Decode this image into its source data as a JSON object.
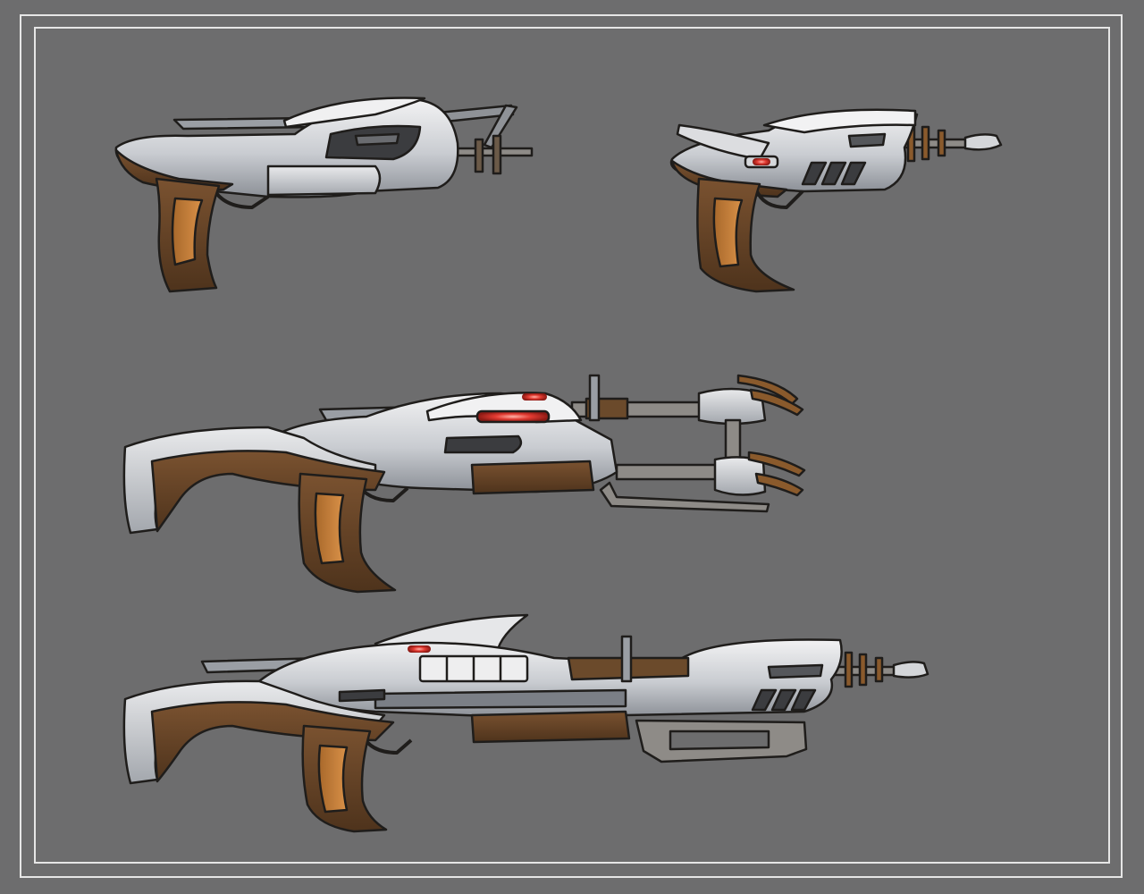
{
  "sheet": {
    "background_color": "#6d6d6e",
    "frame_color": "#e6e6e6"
  },
  "palette": {
    "metal_light": "#e4e4e6",
    "metal_mid": "#b9bcc1",
    "metal_shadow": "#7b7f86",
    "outline": "#1f1d1b",
    "wood_dark": "#5c3d22",
    "wood_mid": "#7a5230",
    "grip_orange": "#c9833a",
    "bronze": "#8a5a2c",
    "glow_red": "#e23b32",
    "rod_gray": "#8e8b87"
  },
  "weapons": [
    {
      "id": "pistol-a",
      "type": "blaster pistol"
    },
    {
      "id": "pistol-b",
      "type": "ray pistol"
    },
    {
      "id": "rifle-a",
      "type": "double-barrel blaster rifle"
    },
    {
      "id": "rifle-b",
      "type": "finned ray rifle"
    }
  ]
}
